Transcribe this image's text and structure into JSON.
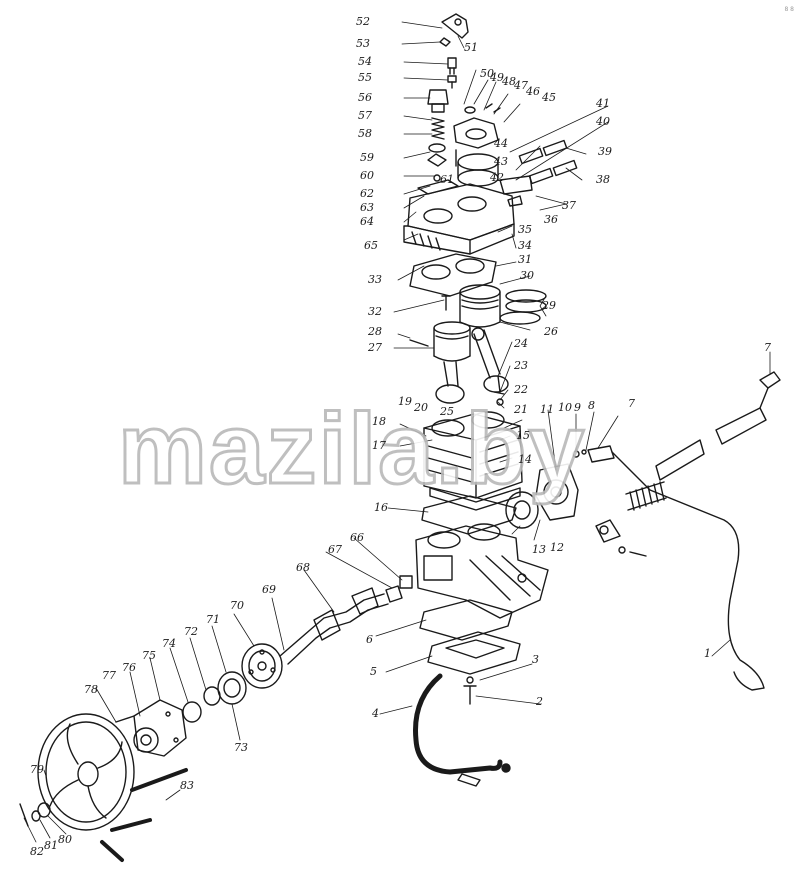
{
  "watermark": "mazila.by",
  "corner_note": "8 8",
  "callouts": [
    {
      "id": "c1",
      "text": "1"
    },
    {
      "id": "c2",
      "text": "2"
    },
    {
      "id": "c3",
      "text": "3"
    },
    {
      "id": "c4",
      "text": "4"
    },
    {
      "id": "c5",
      "text": "5"
    },
    {
      "id": "c6",
      "text": "6"
    },
    {
      "id": "c7",
      "text": "7"
    },
    {
      "id": "c8",
      "text": "8"
    },
    {
      "id": "c9",
      "text": "9"
    },
    {
      "id": "c10",
      "text": "10"
    },
    {
      "id": "c11",
      "text": "11"
    },
    {
      "id": "c12",
      "text": "12"
    },
    {
      "id": "c13",
      "text": "13"
    },
    {
      "id": "c14",
      "text": "14"
    },
    {
      "id": "c15",
      "text": "15"
    },
    {
      "id": "c16",
      "text": "16"
    },
    {
      "id": "c17",
      "text": "17"
    },
    {
      "id": "c18",
      "text": "18"
    },
    {
      "id": "c19",
      "text": "19"
    },
    {
      "id": "c20",
      "text": "20"
    },
    {
      "id": "c21",
      "text": "21"
    },
    {
      "id": "c22",
      "text": "22"
    },
    {
      "id": "c23",
      "text": "23"
    },
    {
      "id": "c24",
      "text": "24"
    },
    {
      "id": "c25",
      "text": "25"
    },
    {
      "id": "c26",
      "text": "26"
    },
    {
      "id": "c27",
      "text": "27"
    },
    {
      "id": "c28",
      "text": "28"
    },
    {
      "id": "c29",
      "text": "29"
    },
    {
      "id": "c30",
      "text": "30"
    },
    {
      "id": "c31",
      "text": "31"
    },
    {
      "id": "c32",
      "text": "32"
    },
    {
      "id": "c33",
      "text": "33"
    },
    {
      "id": "c34",
      "text": "34"
    },
    {
      "id": "c35",
      "text": "35"
    },
    {
      "id": "c36",
      "text": "36"
    },
    {
      "id": "c37",
      "text": "37"
    },
    {
      "id": "c38",
      "text": "38"
    },
    {
      "id": "c39",
      "text": "39"
    },
    {
      "id": "c40",
      "text": "40"
    },
    {
      "id": "c41",
      "text": "41"
    },
    {
      "id": "c42",
      "text": "42"
    },
    {
      "id": "c43",
      "text": "43"
    },
    {
      "id": "c44",
      "text": "44"
    },
    {
      "id": "c45",
      "text": "45"
    },
    {
      "id": "c46",
      "text": "46"
    },
    {
      "id": "c47",
      "text": "47"
    },
    {
      "id": "c48",
      "text": "48"
    },
    {
      "id": "c49",
      "text": "49"
    },
    {
      "id": "c50",
      "text": "50"
    },
    {
      "id": "c51",
      "text": "51"
    },
    {
      "id": "c52",
      "text": "52"
    },
    {
      "id": "c53",
      "text": "53"
    },
    {
      "id": "c54",
      "text": "54"
    },
    {
      "id": "c55",
      "text": "55"
    },
    {
      "id": "c56",
      "text": "56"
    },
    {
      "id": "c57",
      "text": "57"
    },
    {
      "id": "c58",
      "text": "58"
    },
    {
      "id": "c59",
      "text": "59"
    },
    {
      "id": "c60",
      "text": "60"
    },
    {
      "id": "c61",
      "text": "61"
    },
    {
      "id": "c62",
      "text": "62"
    },
    {
      "id": "c63",
      "text": "63"
    },
    {
      "id": "c64",
      "text": "64"
    },
    {
      "id": "c65",
      "text": "65"
    },
    {
      "id": "c66",
      "text": "66"
    },
    {
      "id": "c67",
      "text": "67"
    },
    {
      "id": "c68",
      "text": "68"
    },
    {
      "id": "c69",
      "text": "69"
    },
    {
      "id": "c70",
      "text": "70"
    },
    {
      "id": "c71",
      "text": "71"
    },
    {
      "id": "c72",
      "text": "72"
    },
    {
      "id": "c73",
      "text": "73"
    },
    {
      "id": "c74",
      "text": "74"
    },
    {
      "id": "c75",
      "text": "75"
    },
    {
      "id": "c76",
      "text": "76"
    },
    {
      "id": "c77",
      "text": "77"
    },
    {
      "id": "c78",
      "text": "78"
    },
    {
      "id": "c79",
      "text": "79"
    },
    {
      "id": "c80",
      "text": "80"
    },
    {
      "id": "c81",
      "text": "81"
    },
    {
      "id": "c82",
      "text": "82"
    },
    {
      "id": "c83",
      "text": "83"
    },
    {
      "id": "c7b",
      "text": "7"
    }
  ]
}
